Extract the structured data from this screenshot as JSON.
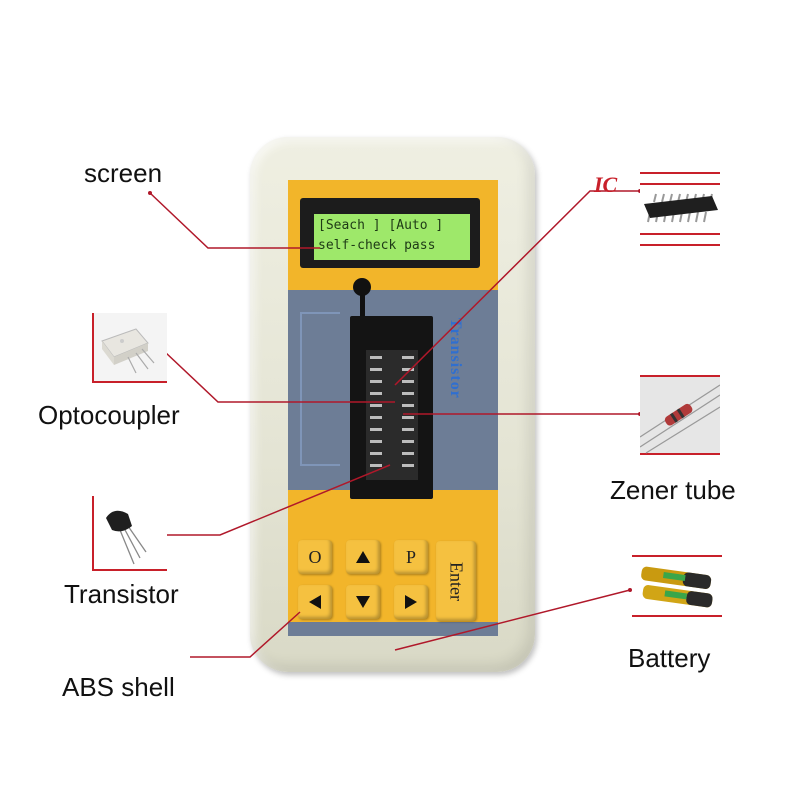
{
  "labels": {
    "screen": "screen",
    "ic": "IC",
    "optocoupler": "Optocoupler",
    "zener_tube": "Zener tube",
    "transistor": "Transistor",
    "battery": "Battery",
    "abs_shell": "ABS shell"
  },
  "device": {
    "lcd_line1": "[Seach ] [Auto ]",
    "lcd_line2": "self-check pass",
    "side_text": "Transistor",
    "buttons": {
      "o": "O",
      "p": "P",
      "enter": "Enter"
    }
  },
  "colors": {
    "callout_line": "#b0182a",
    "shell": "#e6e6d6",
    "yellow_panel": "#f2b52a",
    "blue_panel": "#6d7d96",
    "lcd": "#9ee86a"
  },
  "icons": [
    "up-arrow-icon",
    "down-arrow-icon",
    "left-arrow-icon",
    "right-arrow-icon"
  ]
}
